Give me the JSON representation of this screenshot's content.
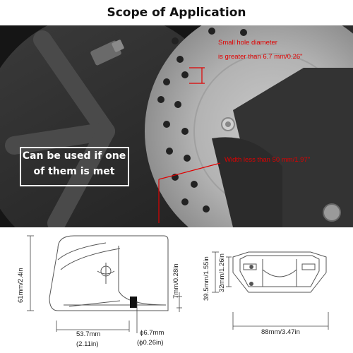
{
  "title": "Scope of Application",
  "photo": {
    "annotations": {
      "hole_line1": "Small hole diameter",
      "hole_line2": "is greater than 6.7 mm/0.26\"",
      "width": "Width less than 50 mm/1.97\""
    },
    "callout": {
      "line1": "Can be used if one",
      "line2": "of them is met"
    },
    "annotation_color": "#e00000"
  },
  "diagram": {
    "height": "61mm/2.4in",
    "pin_height": "7mm/0.28in",
    "length_mm": "53.7mm",
    "length_in": "(2.11in)",
    "pin_dia_mm": "ϕ6.7mm",
    "pin_dia_in": "(ϕ0.26in)",
    "side_outer": "39.5mm/1.55in",
    "side_inner": "32mm/1.26in",
    "side_width": "88mm/3.47in"
  }
}
